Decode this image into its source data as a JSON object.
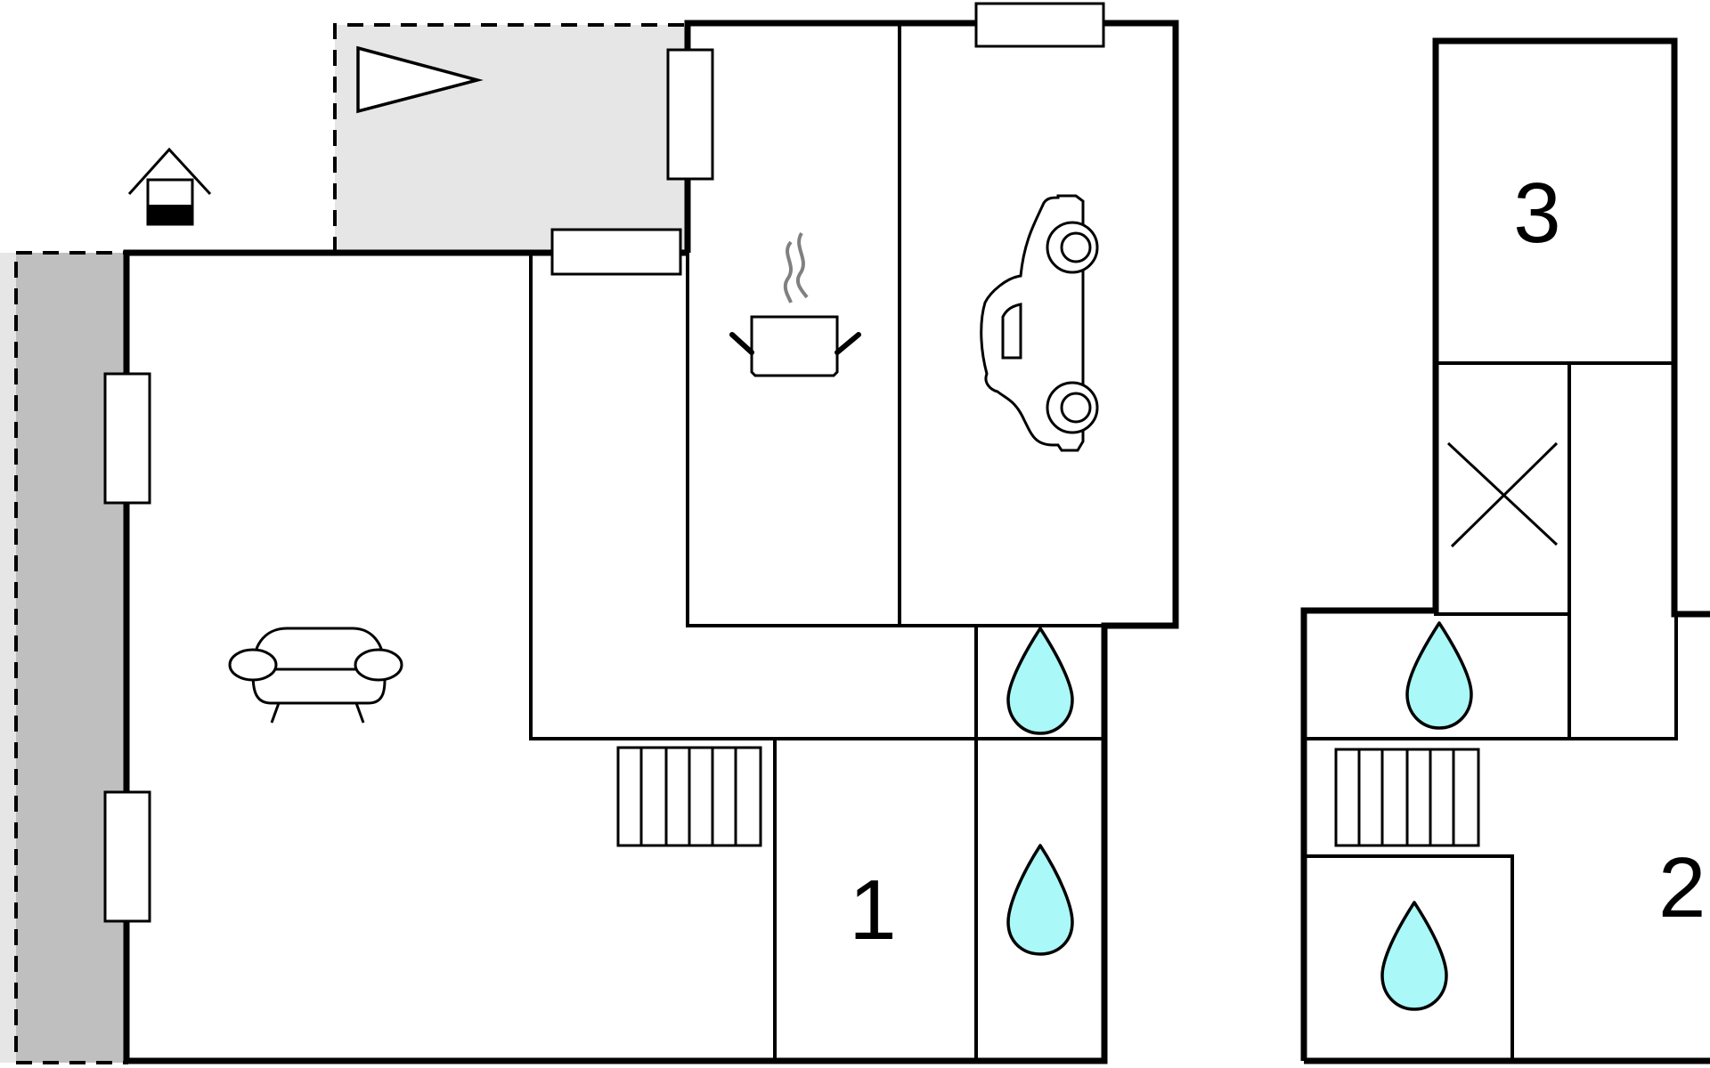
{
  "floorplan": {
    "room_labels": {
      "one": "1",
      "two": "2",
      "three": "3"
    },
    "icons": [
      "house-entrance-icon",
      "terrace-flag-icon",
      "sofa-icon",
      "kitchen-pot-icon",
      "car-garage-icon",
      "water-drop-icon",
      "stairs-icon",
      "x-void-icon"
    ],
    "colors": {
      "wall": "#000000",
      "terrace_light": "#e6e6e6",
      "terrace_dark": "#bfbfbf",
      "water": "#aaf8f8",
      "steam": "#808080"
    }
  }
}
